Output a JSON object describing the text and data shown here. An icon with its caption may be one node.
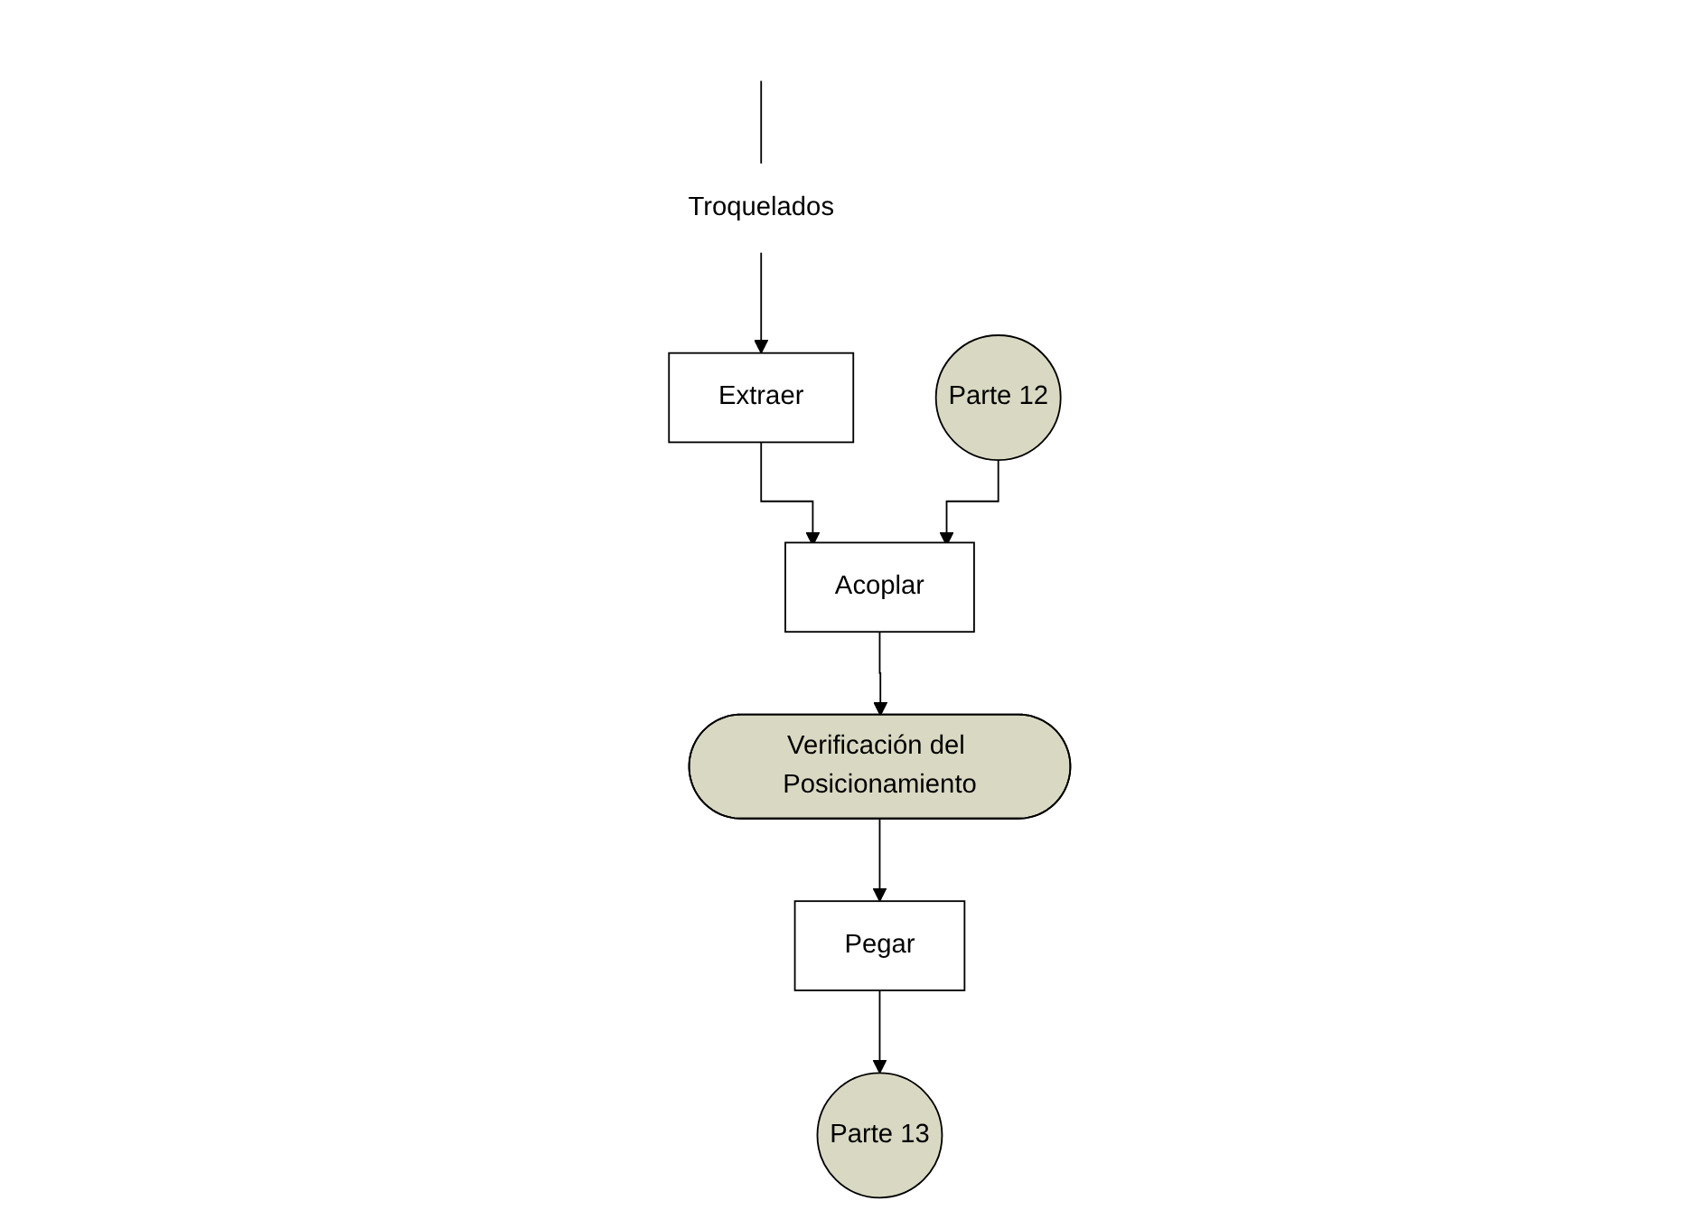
{
  "diagram": {
    "nodes": [
      {
        "text": [
          "Troquelados"
        ]
      },
      {
        "text": [
          "Extraer"
        ]
      },
      {
        "text": [
          "Acoplar"
        ]
      },
      {
        "text": [
          "Verificación del Posicionamiento"
        ]
      },
      {
        "text": [
          "Parte 12"
        ]
      },
      {
        "text": [
          "Pegar"
        ]
      },
      {
        "text": [
          "Parte 13"
        ]
      }
    ],
    "edges": [
      {
        "from": null,
        "to": 0,
        "arrow": "none"
      },
      {
        "from": 0,
        "to": 1,
        "arrow": "to"
      },
      {
        "from": 1,
        "to": 2,
        "arrow": "to"
      },
      {
        "from": 4,
        "to": 2,
        "arrow": "to"
      },
      {
        "from": 2,
        "to": 3,
        "arrow": "to"
      },
      {
        "from": 3,
        "to": 5,
        "arrow": "to"
      },
      {
        "from": 5,
        "to": 6,
        "arrow": "to"
      }
    ]
  }
}
